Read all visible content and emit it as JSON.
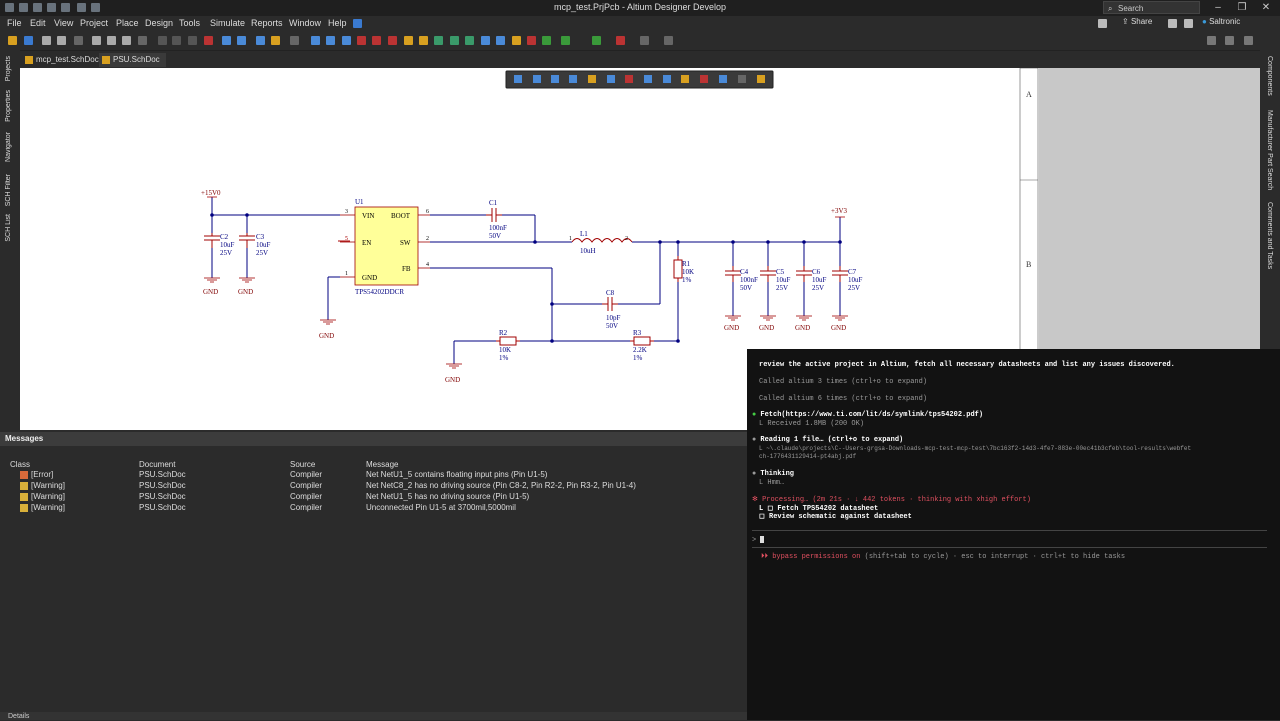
{
  "window": {
    "title": "mcp_test.PrjPcb - Altium Designer Develop",
    "search_placeholder": "Search",
    "share_label": "Share",
    "user_label": "Saltronic"
  },
  "menu": [
    "File",
    "Edit",
    "View",
    "Project",
    "Place",
    "Design",
    "Tools",
    "Simulate",
    "Reports",
    "Window",
    "Help"
  ],
  "tabs": [
    {
      "label": "mcp_test.SchDoc",
      "active": false
    },
    {
      "label": "PSU.SchDoc",
      "active": true
    }
  ],
  "left_panel_tabs": [
    "Projects",
    "Properties",
    "Navigator",
    "SCH Filter",
    "SCH List"
  ],
  "right_panel_tabs": [
    "Components",
    "Manufacturer Part Search",
    "Comments and Tasks"
  ],
  "sheet": {
    "zone_labels": [
      "A",
      "B"
    ]
  },
  "schematic": {
    "net_15v": "+15V0",
    "net_3v3": "+3V3",
    "gnd": "GND",
    "u1": {
      "ref": "U1",
      "part": "TPS54202DDCR",
      "pins": {
        "vin": "VIN",
        "boot": "BOOT",
        "en": "EN",
        "sw": "SW",
        "gnd": "GND",
        "fb": "FB"
      },
      "pin_numbers": {
        "vin": "3",
        "boot": "6",
        "en": "5",
        "sw": "2",
        "gnd": "1",
        "fb": "4"
      }
    },
    "c1": {
      "ref": "C1",
      "value": "100nF",
      "voltage": "50V"
    },
    "c2": {
      "ref": "C2",
      "value": "10uF",
      "voltage": "25V"
    },
    "c3": {
      "ref": "C3",
      "value": "10uF",
      "voltage": "25V"
    },
    "c4": {
      "ref": "C4",
      "value": "100nF",
      "voltage": "50V"
    },
    "c5": {
      "ref": "C5",
      "value": "10uF",
      "voltage": "25V"
    },
    "c6": {
      "ref": "C6",
      "value": "10uF",
      "voltage": "25V"
    },
    "c7": {
      "ref": "C7",
      "value": "10uF",
      "voltage": "25V"
    },
    "c8": {
      "ref": "C8",
      "value": "10pF",
      "voltage": "50V"
    },
    "l1": {
      "ref": "L1",
      "value": "10uH",
      "pin1": "1",
      "pin2": "2"
    },
    "r1": {
      "ref": "R1",
      "value": "10K",
      "tol": "1%"
    },
    "r2": {
      "ref": "R2",
      "value": "10K",
      "tol": "1%"
    },
    "r3": {
      "ref": "R3",
      "value": "2.2K",
      "tol": "1%"
    }
  },
  "messages": {
    "title": "Messages",
    "columns": [
      "Class",
      "Document",
      "Source",
      "Message"
    ],
    "rows": [
      {
        "class": "[Error]",
        "document": "PSU.SchDoc",
        "source": "Compiler",
        "message": "Net NetU1_5 contains floating input pins (Pin U1-5)"
      },
      {
        "class": "[Warning]",
        "document": "PSU.SchDoc",
        "source": "Compiler",
        "message": "Net NetC8_2 has no driving source (Pin C8-2, Pin R2-2, Pin R3-2, Pin U1-4)"
      },
      {
        "class": "[Warning]",
        "document": "PSU.SchDoc",
        "source": "Compiler",
        "message": "Net NetU1_5 has no driving source (Pin U1-5)"
      },
      {
        "class": "[Warning]",
        "document": "PSU.SchDoc",
        "source": "Compiler",
        "message": "Unconnected Pin U1-5 at 3700mil,5000mil"
      }
    ],
    "details_label": "Details"
  },
  "terminal": {
    "prompt": "review the active project in Altium, fetch all necessary datasheets and list any issues discovered.",
    "called1": "Called altium 3 times (ctrl+o to expand)",
    "called2": "Called altium 6 times (ctrl+o to expand)",
    "fetch": "Fetch(https://www.ti.com/lit/ds/symlink/tps54202.pdf)",
    "fetch_result": "L  Received 1.8MB (200 OK)",
    "reading": "Reading 1 file… (ctrl+o to expand)",
    "reading_path1": "L  ~\\.claude\\projects\\C--Users-grgsa-Downloads-mcp-test-mcp-test\\7bc163f2-14d3-4fe7-883e-00ec41b3cfeb\\tool-results\\webfet",
    "reading_path2": "   ch-1776431129414-pt4abj.pdf",
    "thinking": "Thinking",
    "thinking_sub": "L  Hmm…",
    "processing": "Processing… (2m 21s · ↓ 442 tokens · thinking with xhigh effort)",
    "task1": "L  ◻ Fetch TPS54202 datasheet",
    "task2": "   ◻ Review schematic against datasheet",
    "input_caret": ">",
    "bypass": "⏵⏵ bypass permissions on",
    "bypass_hint": "(shift+tab to cycle) · esc to interrupt · ctrl+t to hide tasks"
  },
  "colors": {
    "wire": "#000080",
    "part": "#a00000",
    "part_fill": "#ffff99",
    "net": "#800000",
    "error": "#d8b03a"
  }
}
